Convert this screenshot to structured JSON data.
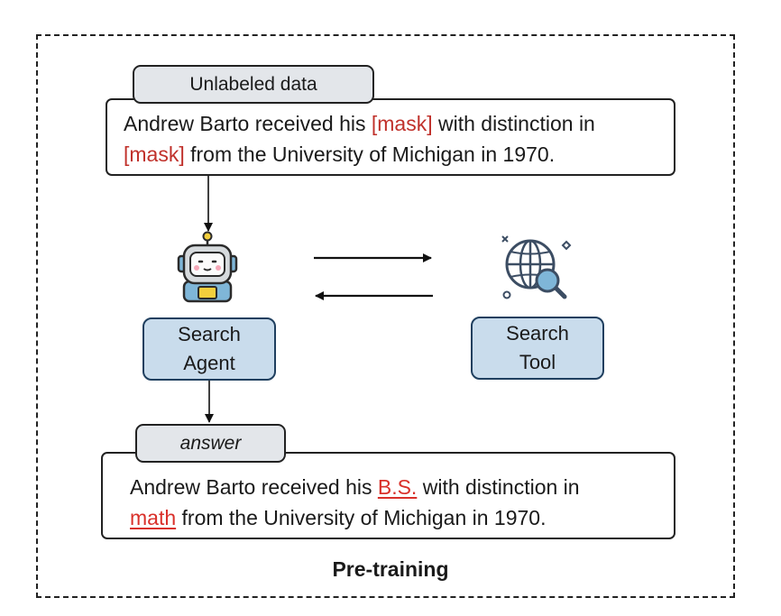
{
  "input": {
    "tag": "Unlabeled data",
    "line1": [
      "Andrew Barto received his ",
      "[mask]",
      " with distinction in"
    ],
    "line2": [
      "[mask]",
      " from the University of Michigan in 1970."
    ]
  },
  "nodes": {
    "agent": [
      "Search",
      "Agent"
    ],
    "tool": [
      "Search",
      "Tool"
    ]
  },
  "output": {
    "tag": "answer",
    "line1": [
      "Andrew Barto received his ",
      "B.S.",
      " with distinction in"
    ],
    "line2": [
      "math",
      " from the University of Michigan in 1970."
    ]
  },
  "footer": {
    "title": "Pre-training"
  },
  "icons": [
    "robot-icon",
    "globe-search-icon"
  ]
}
